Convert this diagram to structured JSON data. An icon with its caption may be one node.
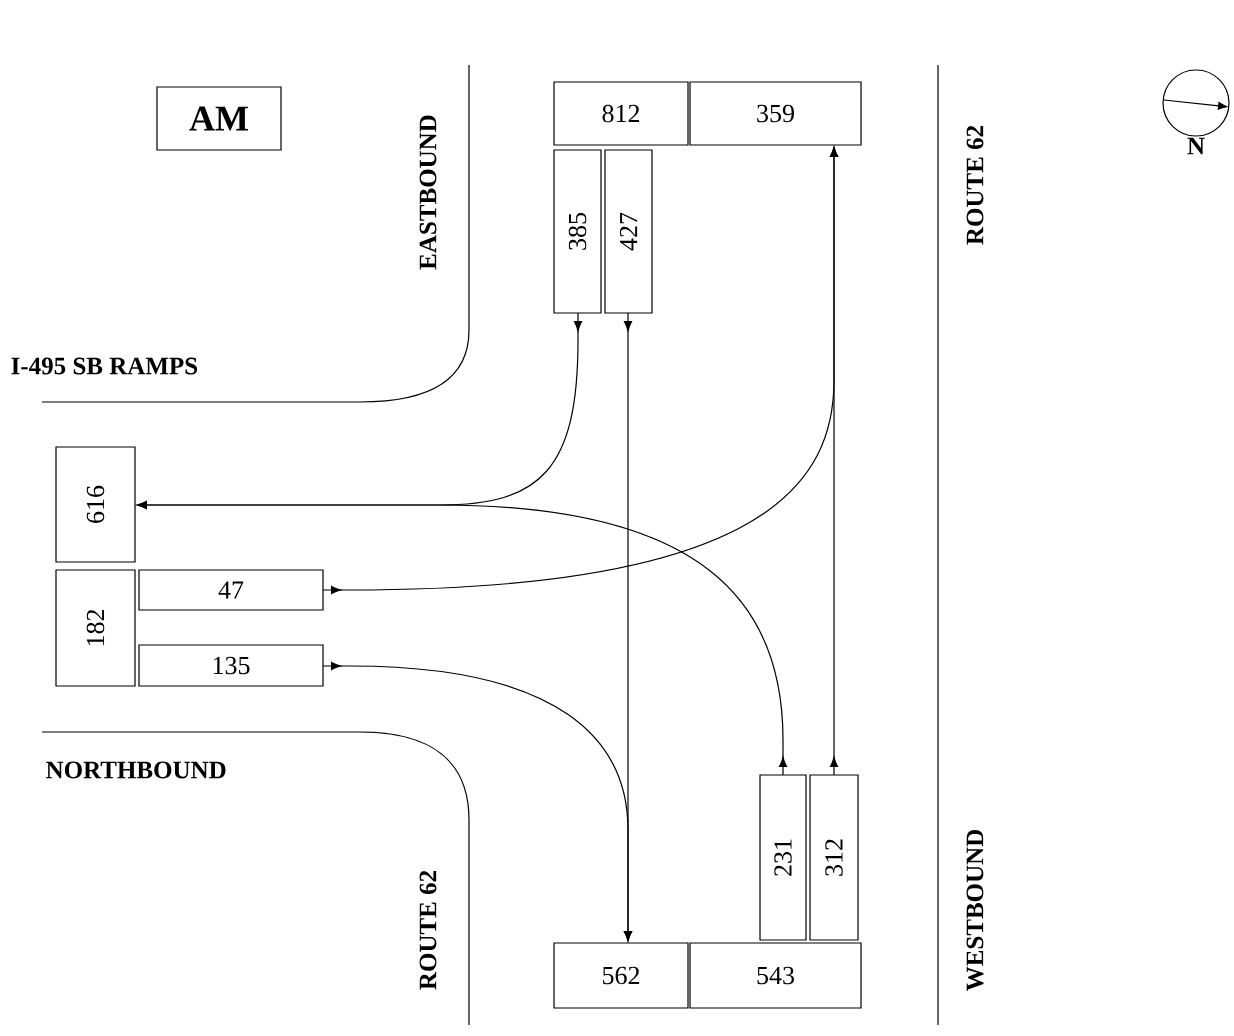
{
  "diagram": {
    "nodes": [
      {
        "text": [
          "AM"
        ]
      },
      {
        "text": [
          "812"
        ]
      },
      {
        "text": [
          "359"
        ]
      },
      {
        "text": [
          "385"
        ]
      },
      {
        "text": [
          "427"
        ]
      },
      {
        "text": [
          "616"
        ]
      },
      {
        "text": [
          "182"
        ]
      },
      {
        "text": [
          "47"
        ]
      },
      {
        "text": [
          "135"
        ]
      },
      {
        "text": [
          "231"
        ]
      },
      {
        "text": [
          "312"
        ]
      },
      {
        "text": [
          "562"
        ]
      },
      {
        "text": [
          "543"
        ]
      }
    ],
    "edges": [
      {
        "from": 3,
        "to": 5,
        "arrow": "to"
      },
      {
        "from": 9,
        "to": 5,
        "arrow": "to"
      },
      {
        "from": 4,
        "to": 11,
        "arrow": "to"
      },
      {
        "from": 8,
        "to": 11,
        "arrow": "to"
      },
      {
        "from": 10,
        "to": 2,
        "arrow": "to"
      },
      {
        "from": 7,
        "to": 2,
        "arrow": "to"
      }
    ],
    "labels": [
      "EASTBOUND",
      "ROUTE 62",
      "N",
      "I-495 SB RAMPS",
      "NORTHBOUND",
      "ROUTE 62",
      "WESTBOUND"
    ]
  }
}
